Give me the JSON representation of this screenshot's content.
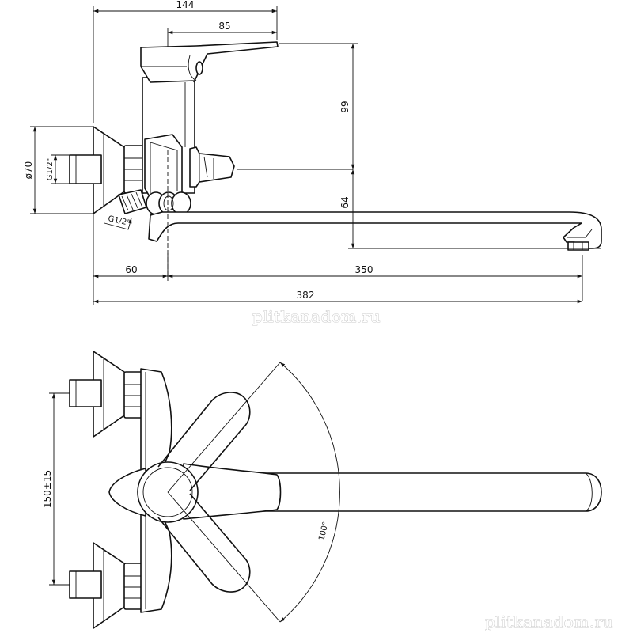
{
  "dimensions": {
    "overall_height": "144",
    "lever_height": "85",
    "lever_to_axis": "99",
    "axis_to_spout": "64",
    "wall_flange_diameter": "ø70",
    "inlet_thread": "G1/2\"",
    "connector_thread": "G1/2\"",
    "wall_offset": "60",
    "spout_reach": "350",
    "total_length": "382",
    "inlet_spacing": "150±15",
    "lever_rotation": "100°"
  },
  "watermarks": {
    "middle": "plitkanadom.ru",
    "bottom": "plitkanadom.ru"
  },
  "colors": {
    "line": "#111111",
    "background": "#ffffff",
    "watermark_outline": "#c8c8c8"
  }
}
